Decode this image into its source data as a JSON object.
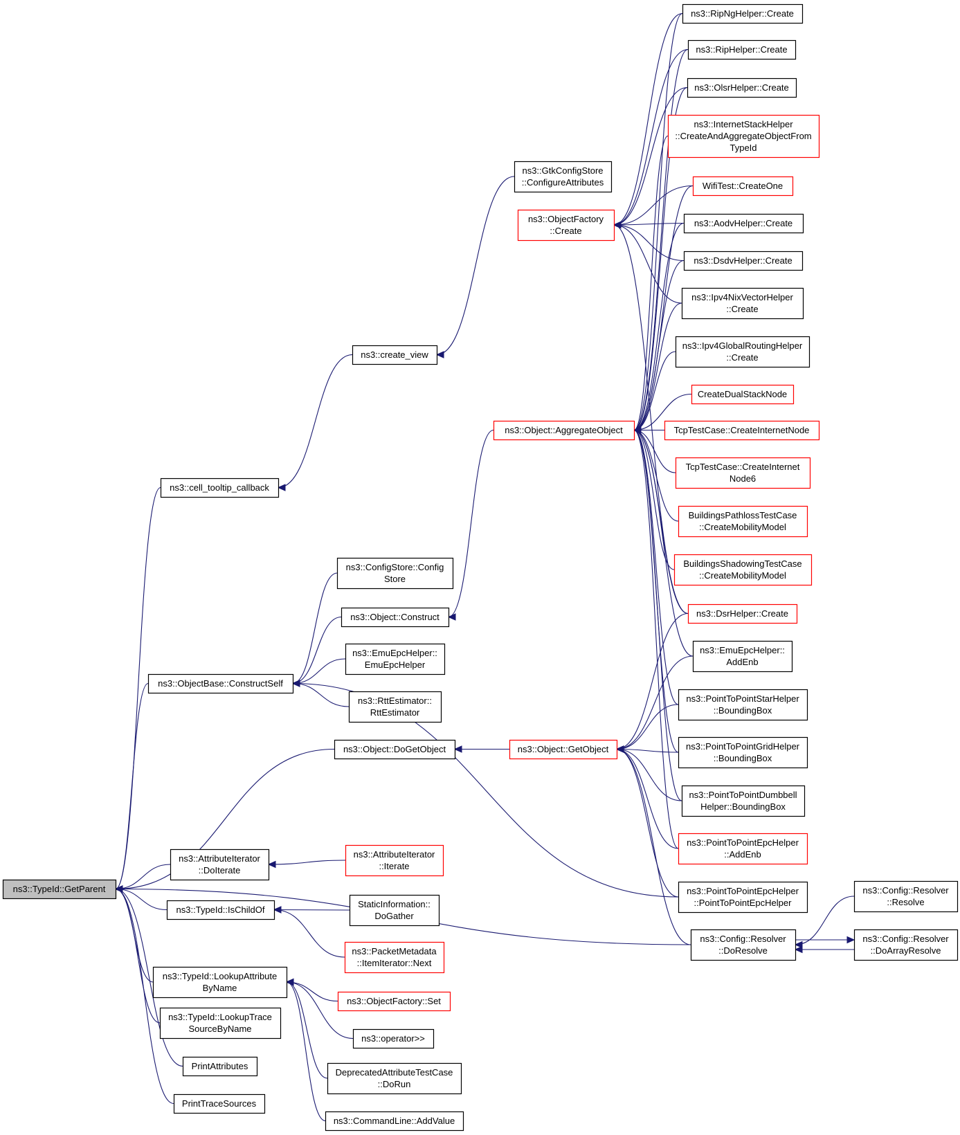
{
  "nodes": {
    "getparent": {
      "lines": [
        "ns3::TypeId::GetParent"
      ],
      "style": "root"
    },
    "cell_tooltip": {
      "lines": [
        "ns3::cell_tooltip_callback"
      ],
      "style": "black"
    },
    "create_view": {
      "lines": [
        "ns3::create_view"
      ],
      "style": "black"
    },
    "gtkconfig": {
      "lines": [
        "ns3::GtkConfigStore",
        "::ConfigureAttributes"
      ],
      "style": "black"
    },
    "objectbase": {
      "lines": [
        "ns3::ObjectBase::ConstructSelf"
      ],
      "style": "black"
    },
    "configstore": {
      "lines": [
        "ns3::ConfigStore::Config",
        "Store"
      ],
      "style": "black"
    },
    "obj_construct": {
      "lines": [
        "ns3::Object::Construct"
      ],
      "style": "black"
    },
    "emuepc_ctor": {
      "lines": [
        "ns3::EmuEpcHelper::",
        "EmuEpcHelper"
      ],
      "style": "black"
    },
    "rttest": {
      "lines": [
        "ns3::RttEstimator::",
        "RttEstimator"
      ],
      "style": "black"
    },
    "dogetobject": {
      "lines": [
        "ns3::Object::DoGetObject"
      ],
      "style": "black"
    },
    "attrit_doiterate": {
      "lines": [
        "ns3::AttributeIterator",
        "::DoIterate"
      ],
      "style": "black"
    },
    "attrit_iterate": {
      "lines": [
        "ns3::AttributeIterator",
        "::Iterate"
      ],
      "style": "red"
    },
    "ischildof": {
      "lines": [
        "ns3::TypeId::IsChildOf"
      ],
      "style": "black"
    },
    "staticinfo": {
      "lines": [
        "StaticInformation::",
        "DoGather"
      ],
      "style": "black"
    },
    "pktmeta": {
      "lines": [
        "ns3::PacketMetadata",
        "::ItemIterator::Next"
      ],
      "style": "red"
    },
    "lookupattr": {
      "lines": [
        "ns3::TypeId::LookupAttribute",
        "ByName"
      ],
      "style": "black"
    },
    "objfactory_set": {
      "lines": [
        "ns3::ObjectFactory::Set"
      ],
      "style": "red"
    },
    "operator": {
      "lines": [
        "ns3::operator>>"
      ],
      "style": "black"
    },
    "deprecated": {
      "lines": [
        "DeprecatedAttributeTestCase",
        "::DoRun"
      ],
      "style": "black"
    },
    "cmdline": {
      "lines": [
        "ns3::CommandLine::AddValue"
      ],
      "style": "black"
    },
    "lookuptrace": {
      "lines": [
        "ns3::TypeId::LookupTrace",
        "SourceByName"
      ],
      "style": "black"
    },
    "printattrs": {
      "lines": [
        "PrintAttributes"
      ],
      "style": "black"
    },
    "printtrace": {
      "lines": [
        "PrintTraceSources"
      ],
      "style": "black"
    },
    "objfactory_create": {
      "lines": [
        "ns3::ObjectFactory",
        "::Create"
      ],
      "style": "red"
    },
    "aggregate": {
      "lines": [
        "ns3::Object::AggregateObject"
      ],
      "style": "red"
    },
    "getobject": {
      "lines": [
        "ns3::Object::GetObject"
      ],
      "style": "red"
    },
    "ripng": {
      "lines": [
        "ns3::RipNgHelper::Create"
      ],
      "style": "black"
    },
    "rip": {
      "lines": [
        "ns3::RipHelper::Create"
      ],
      "style": "black"
    },
    "olsr": {
      "lines": [
        "ns3::OlsrHelper::Create"
      ],
      "style": "black"
    },
    "inetstack": {
      "lines": [
        "ns3::InternetStackHelper",
        "::CreateAndAggregateObjectFrom",
        "TypeId"
      ],
      "style": "red"
    },
    "wifitest": {
      "lines": [
        "WifiTest::CreateOne"
      ],
      "style": "red"
    },
    "aodv": {
      "lines": [
        "ns3::AodvHelper::Create"
      ],
      "style": "black"
    },
    "dsdv": {
      "lines": [
        "ns3::DsdvHelper::Create"
      ],
      "style": "black"
    },
    "ipv4nix": {
      "lines": [
        "ns3::Ipv4NixVectorHelper",
        "::Create"
      ],
      "style": "black"
    },
    "ipv4global": {
      "lines": [
        "ns3::Ipv4GlobalRoutingHelper",
        "::Create"
      ],
      "style": "black"
    },
    "dualstack": {
      "lines": [
        "CreateDualStackNode"
      ],
      "style": "red"
    },
    "tcpnode": {
      "lines": [
        "TcpTestCase::CreateInternetNode"
      ],
      "style": "red"
    },
    "tcpnode6": {
      "lines": [
        "TcpTestCase::CreateInternet",
        "Node6"
      ],
      "style": "red"
    },
    "bpathloss": {
      "lines": [
        "BuildingsPathlossTestCase",
        "::CreateMobilityModel"
      ],
      "style": "red"
    },
    "bshadow": {
      "lines": [
        "BuildingsShadowingTestCase",
        "::CreateMobilityModel"
      ],
      "style": "red"
    },
    "dsr": {
      "lines": [
        "ns3::DsrHelper::Create"
      ],
      "style": "red"
    },
    "emu_addenb": {
      "lines": [
        "ns3::EmuEpcHelper::",
        "AddEnb"
      ],
      "style": "black"
    },
    "p2pstar": {
      "lines": [
        "ns3::PointToPointStarHelper",
        "::BoundingBox"
      ],
      "style": "black"
    },
    "p2pgrid": {
      "lines": [
        "ns3::PointToPointGridHelper",
        "::BoundingBox"
      ],
      "style": "black"
    },
    "p2pdumb": {
      "lines": [
        "ns3::PointToPointDumbbell",
        "Helper::BoundingBox"
      ],
      "style": "black"
    },
    "p2pepc_addenb": {
      "lines": [
        "ns3::PointToPointEpcHelper",
        "::AddEnb"
      ],
      "style": "red"
    },
    "p2pepc_ctor": {
      "lines": [
        "ns3::PointToPointEpcHelper",
        "::PointToPointEpcHelper"
      ],
      "style": "black"
    },
    "cfg_doresolve": {
      "lines": [
        "ns3::Config::Resolver",
        "::DoResolve"
      ],
      "style": "black"
    },
    "cfg_resolve": {
      "lines": [
        "ns3::Config::Resolver",
        "::Resolve"
      ],
      "style": "black"
    },
    "cfg_doarray": {
      "lines": [
        "ns3::Config::Resolver",
        "::DoArrayResolve"
      ],
      "style": "black"
    }
  },
  "edges": [
    [
      "cell_tooltip",
      "getparent"
    ],
    [
      "objectbase",
      "getparent"
    ],
    [
      "dogetobject",
      "getparent"
    ],
    [
      "cfg_doresolve",
      "getparent"
    ],
    [
      "attrit_doiterate",
      "getparent"
    ],
    [
      "ischildof",
      "getparent"
    ],
    [
      "lookupattr",
      "getparent"
    ],
    [
      "lookuptrace",
      "getparent"
    ],
    [
      "printattrs",
      "getparent"
    ],
    [
      "printtrace",
      "getparent"
    ],
    [
      "create_view",
      "cell_tooltip"
    ],
    [
      "gtkconfig",
      "create_view"
    ],
    [
      "configstore",
      "objectbase"
    ],
    [
      "obj_construct",
      "objectbase"
    ],
    [
      "emuepc_ctor",
      "objectbase"
    ],
    [
      "rttest",
      "objectbase"
    ],
    [
      "p2pepc_ctor",
      "objectbase"
    ],
    [
      "aggregate",
      "obj_construct"
    ],
    [
      "getobject",
      "dogetobject"
    ],
    [
      "attrit_iterate",
      "attrit_doiterate"
    ],
    [
      "staticinfo",
      "ischildof"
    ],
    [
      "pktmeta",
      "ischildof"
    ],
    [
      "objfactory_set",
      "lookupattr"
    ],
    [
      "operator",
      "lookupattr"
    ],
    [
      "deprecated",
      "lookupattr"
    ],
    [
      "cmdline",
      "lookupattr"
    ],
    [
      "ripng",
      "objfactory_create"
    ],
    [
      "rip",
      "objfactory_create"
    ],
    [
      "olsr",
      "objfactory_create"
    ],
    [
      "wifitest",
      "objfactory_create"
    ],
    [
      "aodv",
      "objfactory_create"
    ],
    [
      "dsdv",
      "objfactory_create"
    ],
    [
      "ipv4nix",
      "objfactory_create"
    ],
    [
      "dsr",
      "objfactory_create"
    ],
    [
      "ripng",
      "aggregate"
    ],
    [
      "rip",
      "aggregate"
    ],
    [
      "olsr",
      "aggregate"
    ],
    [
      "inetstack",
      "aggregate"
    ],
    [
      "wifitest",
      "aggregate"
    ],
    [
      "aodv",
      "aggregate"
    ],
    [
      "dsdv",
      "aggregate"
    ],
    [
      "ipv4nix",
      "aggregate"
    ],
    [
      "ipv4global",
      "aggregate"
    ],
    [
      "dualstack",
      "aggregate"
    ],
    [
      "tcpnode",
      "aggregate"
    ],
    [
      "tcpnode6",
      "aggregate"
    ],
    [
      "bpathloss",
      "aggregate"
    ],
    [
      "bshadow",
      "aggregate"
    ],
    [
      "dsr",
      "aggregate"
    ],
    [
      "emu_addenb",
      "aggregate"
    ],
    [
      "p2pstar",
      "aggregate"
    ],
    [
      "p2pgrid",
      "aggregate"
    ],
    [
      "p2pdumb",
      "aggregate"
    ],
    [
      "p2pepc_addenb",
      "aggregate"
    ],
    [
      "dsr",
      "getobject"
    ],
    [
      "emu_addenb",
      "getobject"
    ],
    [
      "p2pstar",
      "getobject"
    ],
    [
      "p2pgrid",
      "getobject"
    ],
    [
      "p2pdumb",
      "getobject"
    ],
    [
      "p2pepc_addenb",
      "getobject"
    ],
    [
      "p2pepc_ctor",
      "getobject"
    ],
    [
      "cfg_doresolve",
      "getobject"
    ],
    [
      "cfg_resolve",
      "cfg_doresolve"
    ],
    [
      "cfg_doarray",
      "cfg_doresolve"
    ],
    [
      "cfg_doresolve",
      "cfg_doarray"
    ]
  ]
}
